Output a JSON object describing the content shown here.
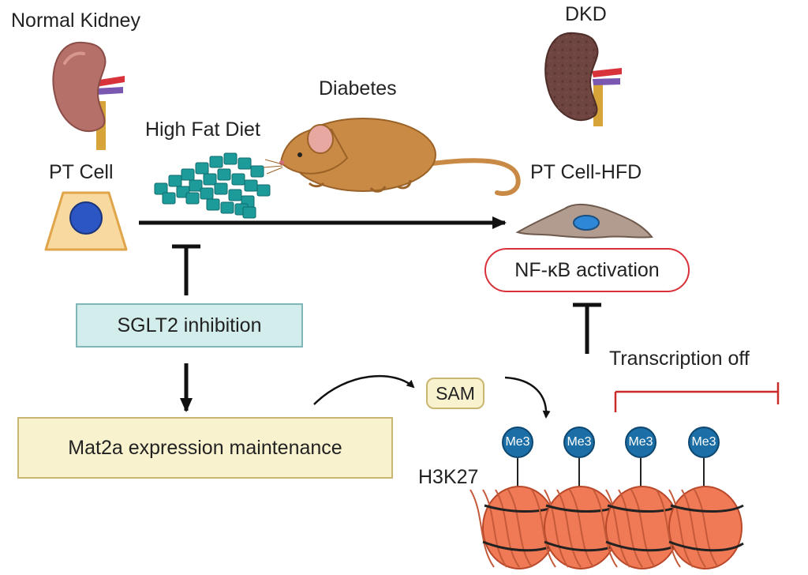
{
  "labels": {
    "normal_kidney": "Normal Kidney",
    "dkd": "DKD",
    "diabetes": "Diabetes",
    "high_fat_diet": "High Fat Diet",
    "pt_cell": "PT Cell",
    "pt_cell_hfd": "PT Cell-HFD",
    "nfkb": "NF-κB activation",
    "sglt2": "SGLT2 inhibition",
    "mat2a": "Mat2a expression maintenance",
    "sam": "SAM",
    "h3k27": "H3K27",
    "transcription_off": "Transcription off",
    "me3": [
      "Me3",
      "Me3",
      "Me3",
      "Me3"
    ]
  },
  "colors": {
    "normal_kidney": "#b5706a",
    "dkd_kidney": "#6e4540",
    "pt_cell_fill": "#f8d9a0",
    "pt_cell_nucleus": "#2b56c4",
    "hfd_cell_fill": "#b19c8f",
    "hfd_cell_nucleus": "#2f87d8",
    "fat_cubes": "#1d9a9a",
    "mouse": "#c98a45",
    "nfkb_border": "#d9303a",
    "sglt2_fill": "#d3ecec",
    "mat2a_fill": "#f9f2cf",
    "sam_fill": "#f9f2cf",
    "me3_fill": "#1c6ea6",
    "nucleosome": "#ef7a55",
    "inhibit_red": "#c92a2a"
  }
}
